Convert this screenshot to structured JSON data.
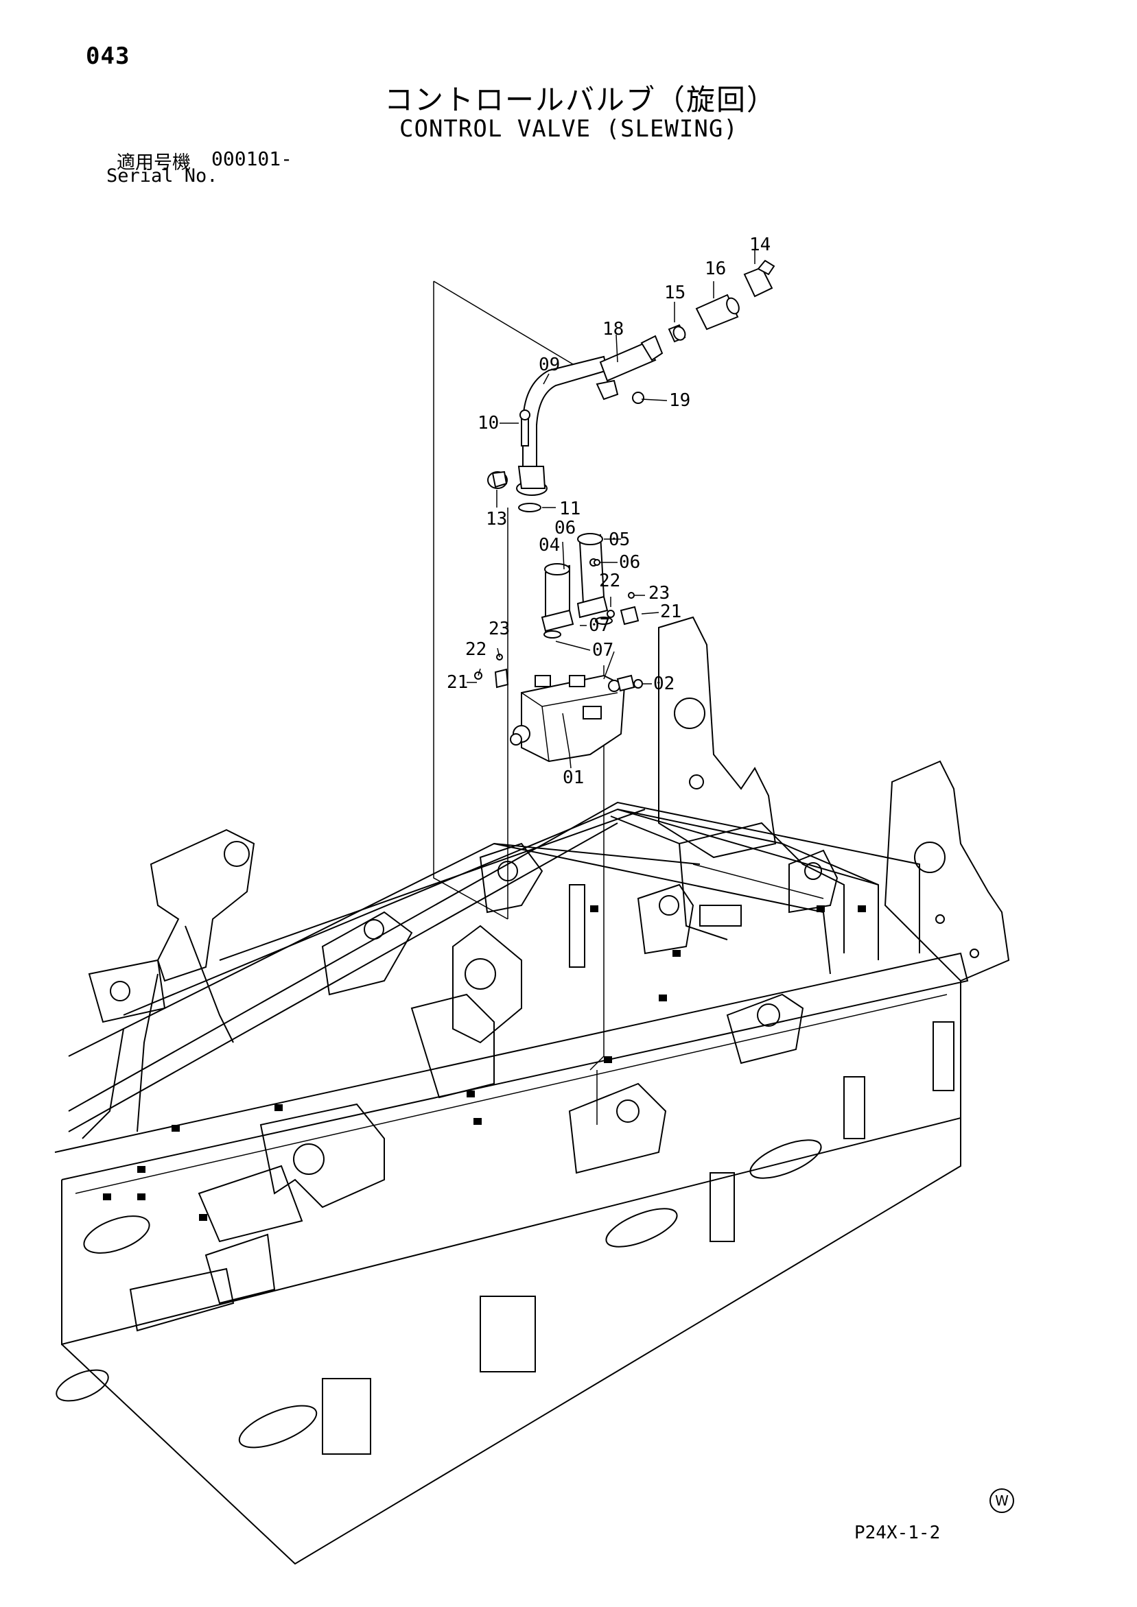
{
  "header": {
    "page_number": "043",
    "title_jp": "コントロールバルブ（旋回）",
    "title_en": "CONTROL VALVE (SLEWING)",
    "serial_label_jp": "適用号機",
    "serial_value": "000101-",
    "serial_label_en": "Serial No."
  },
  "footer": {
    "drawing_code": "P24X-1-2",
    "mark": "W"
  },
  "callouts": [
    {
      "id": "c14",
      "text": "14"
    },
    {
      "id": "c16",
      "text": "16"
    },
    {
      "id": "c15",
      "text": "15"
    },
    {
      "id": "c18",
      "text": "18"
    },
    {
      "id": "c09",
      "text": "09"
    },
    {
      "id": "c19",
      "text": "19"
    },
    {
      "id": "c10",
      "text": "10"
    },
    {
      "id": "c13",
      "text": "13"
    },
    {
      "id": "c11",
      "text": "11"
    },
    {
      "id": "c06a",
      "text": "06"
    },
    {
      "id": "c04",
      "text": "04"
    },
    {
      "id": "c05",
      "text": "05"
    },
    {
      "id": "c06b",
      "text": "06"
    },
    {
      "id": "c22a",
      "text": "22"
    },
    {
      "id": "c23a",
      "text": "23"
    },
    {
      "id": "c07a",
      "text": "07"
    },
    {
      "id": "c21a",
      "text": "21"
    },
    {
      "id": "c23b",
      "text": "23"
    },
    {
      "id": "c07b",
      "text": "07"
    },
    {
      "id": "c22b",
      "text": "22"
    },
    {
      "id": "c21b",
      "text": "21"
    },
    {
      "id": "c02",
      "text": "02"
    },
    {
      "id": "c01",
      "text": "01"
    }
  ]
}
